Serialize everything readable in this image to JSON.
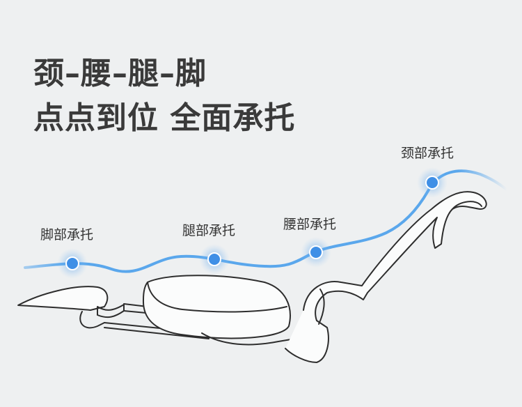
{
  "headline": {
    "line1": "颈–腰–腿–脚",
    "line2": "点点到位 全面承托"
  },
  "support_points": [
    {
      "label": "脚部承托"
    },
    {
      "label": "腿部承托"
    },
    {
      "label": "腰部承托"
    },
    {
      "label": "颈部承托"
    }
  ],
  "colors": {
    "background": "#eef0f1",
    "curve": "#5aa7ec",
    "dot": "#3f8fe6",
    "headline_text": "#3a3a3a",
    "outline": "#2d2d2d"
  }
}
